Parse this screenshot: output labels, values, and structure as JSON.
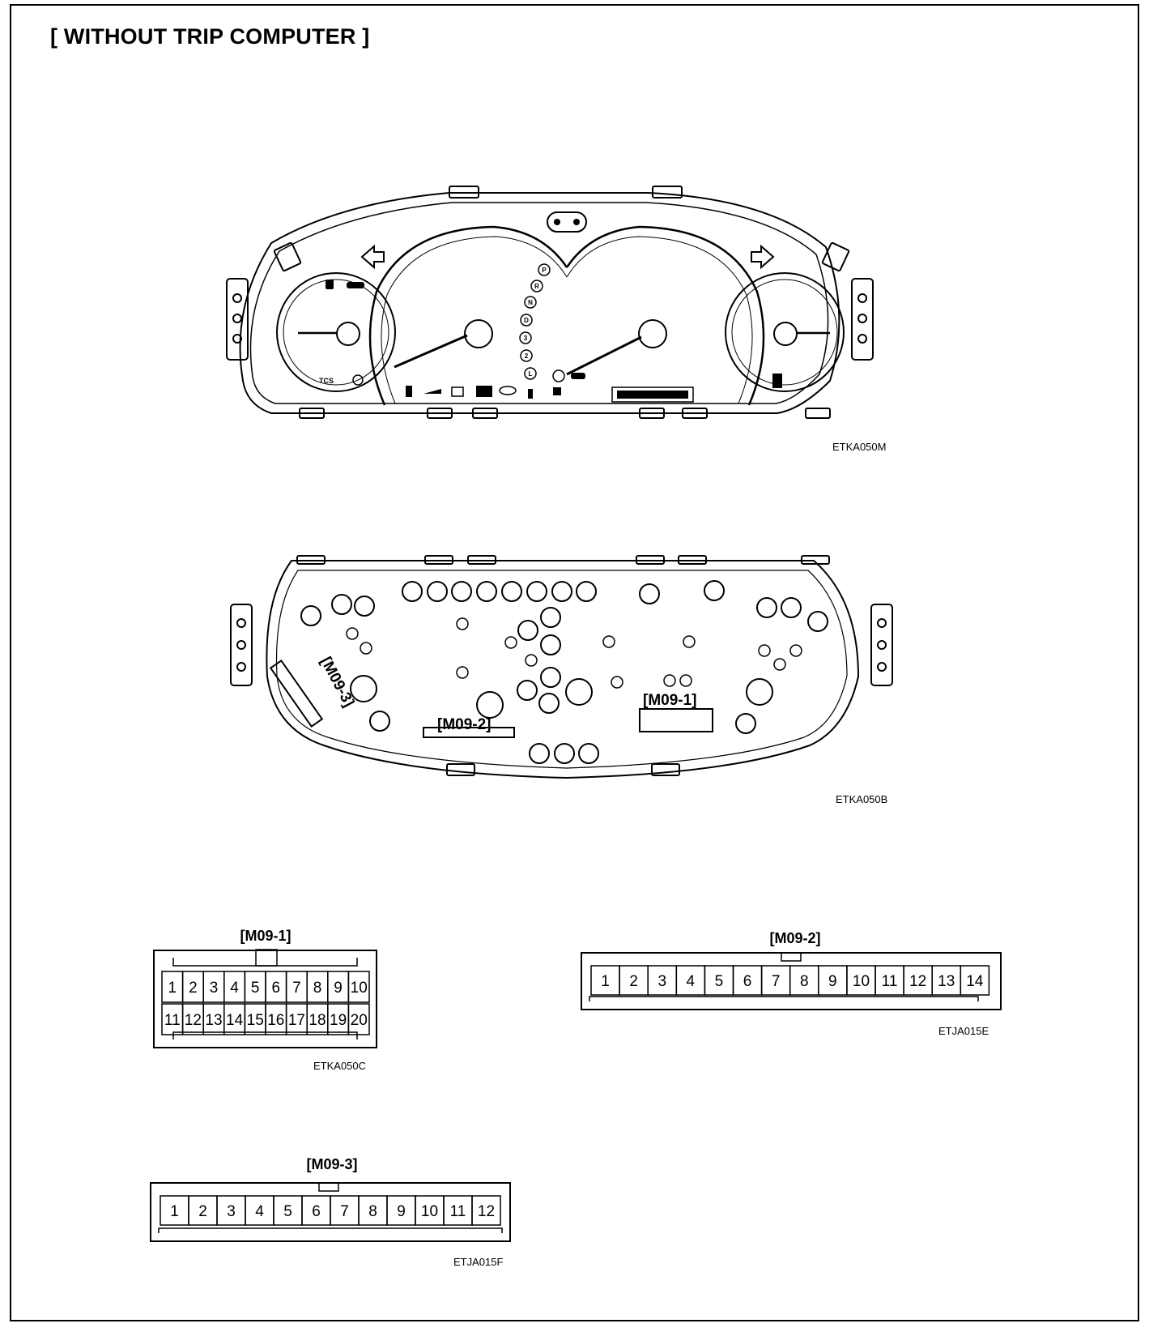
{
  "page": {
    "title": "[ WITHOUT TRIP COMPUTER ]"
  },
  "figures": {
    "front_view": {
      "code": "ETKA050M"
    },
    "rear_view": {
      "code": "ETKA050B",
      "connector_callouts": [
        "[M09-3]",
        "[M09-2]",
        "[M09-1]"
      ]
    }
  },
  "gauge_symbols": {
    "gear_indicators": [
      "P",
      "R",
      "N",
      "D",
      "3",
      "2",
      "L"
    ],
    "tcs_label": "TCS"
  },
  "connectors": {
    "m09_1": {
      "label": "[M09-1]",
      "code": "ETKA050C",
      "rows": [
        [
          "1",
          "2",
          "3",
          "4",
          "5",
          "6",
          "7",
          "8",
          "9",
          "10"
        ],
        [
          "11",
          "12",
          "13",
          "14",
          "15",
          "16",
          "17",
          "18",
          "19",
          "20"
        ]
      ]
    },
    "m09_2": {
      "label": "[M09-2]",
      "code": "ETJA015E",
      "pins": [
        "1",
        "2",
        "3",
        "4",
        "5",
        "6",
        "7",
        "8",
        "9",
        "10",
        "11",
        "12",
        "13",
        "14"
      ]
    },
    "m09_3": {
      "label": "[M09-3]",
      "code": "ETJA015F",
      "pins": [
        "1",
        "2",
        "3",
        "4",
        "5",
        "6",
        "7",
        "8",
        "9",
        "10",
        "11",
        "12"
      ]
    }
  }
}
